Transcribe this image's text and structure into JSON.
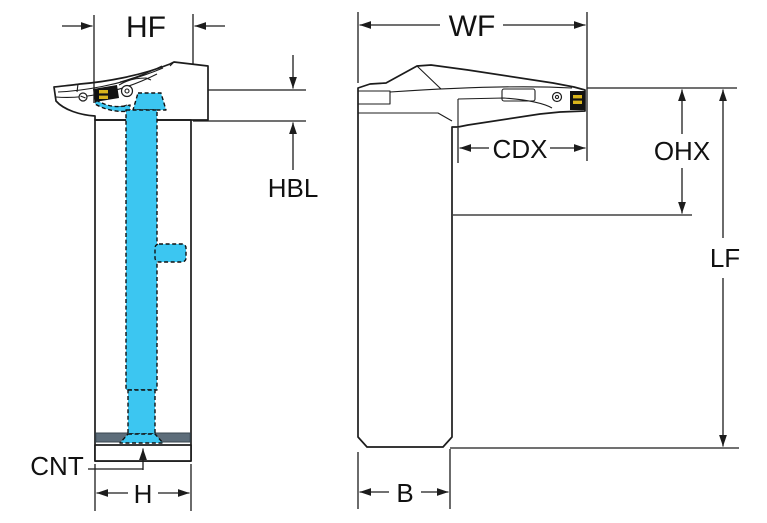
{
  "diagram": {
    "kind": "tool-holder-dimension-drawing",
    "views": [
      {
        "name": "side-view",
        "dimension_labels": [
          "HF",
          "HBL",
          "CNT",
          "H"
        ]
      },
      {
        "name": "front-view",
        "dimension_labels": [
          "WF",
          "CDX",
          "OHX",
          "LF",
          "B"
        ]
      }
    ]
  },
  "labels": {
    "hf": "HF",
    "hbl": "HBL",
    "cnt": "CNT",
    "h": "H",
    "wf": "WF",
    "cdx": "CDX",
    "ohx": "OHX",
    "lf": "LF",
    "b": "B"
  },
  "colors": {
    "body": "#c2cfd9",
    "coolant": "#3cc6f1",
    "dark_band": "#5d6d7a",
    "insert": "#121212",
    "insert_marks": "#d8b41c",
    "outline": "#1c1c1c",
    "background": "#ffffff"
  }
}
